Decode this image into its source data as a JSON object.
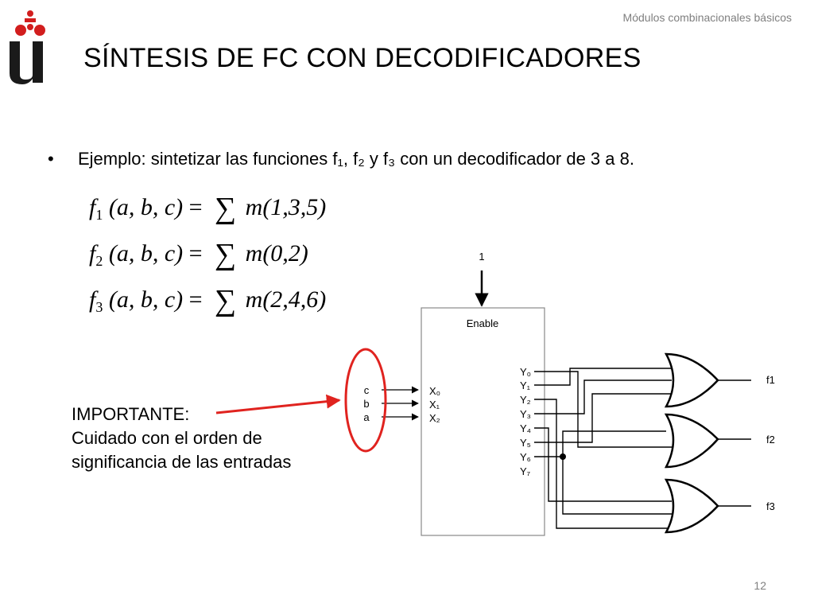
{
  "header": {
    "caption": "Módulos combinacionales básicos"
  },
  "title": "SÍNTESIS DE FC CON DECODIFICADORES",
  "bullet": {
    "symbol": "•",
    "text": "Ejemplo: sintetizar las funciones f₁, f₂ y f₃ con un decodificador de 3 a 8."
  },
  "equations": [
    {
      "lhs_fn": "f",
      "lhs_sub": "1",
      "lhs_args": "(a, b, c)",
      "eq": "=",
      "sigma": "∑",
      "rhs": "m(1,3,5)"
    },
    {
      "lhs_fn": "f",
      "lhs_sub": "2",
      "lhs_args": "(a, b, c)",
      "eq": "=",
      "sigma": "∑",
      "rhs": "m(0,2)"
    },
    {
      "lhs_fn": "f",
      "lhs_sub": "3",
      "lhs_args": "(a, b, c)",
      "eq": "=",
      "sigma": "∑",
      "rhs": "m(2,4,6)"
    }
  ],
  "note": {
    "line1": "IMPORTANTE:",
    "line2": "Cuidado con el orden de",
    "line3": "significancia de las entradas"
  },
  "circuit": {
    "enable_value": "1",
    "enable_label": "Enable",
    "inputs": [
      "c",
      "b",
      "a"
    ],
    "x_labels": [
      "X₀",
      "X₁",
      "X₂"
    ],
    "y_labels": [
      "Y₀",
      "Y₁",
      "Y₂",
      "Y₃",
      "Y₄",
      "Y₅",
      "Y₆",
      "Y₇"
    ],
    "outputs": [
      "f1",
      "f2",
      "f3"
    ]
  },
  "colors": {
    "highlight": "#e0231f",
    "logo_red": "#d21e1e",
    "logo_dark": "#1a1a1a",
    "caption": "#7f7f7f"
  },
  "page_number": "12"
}
